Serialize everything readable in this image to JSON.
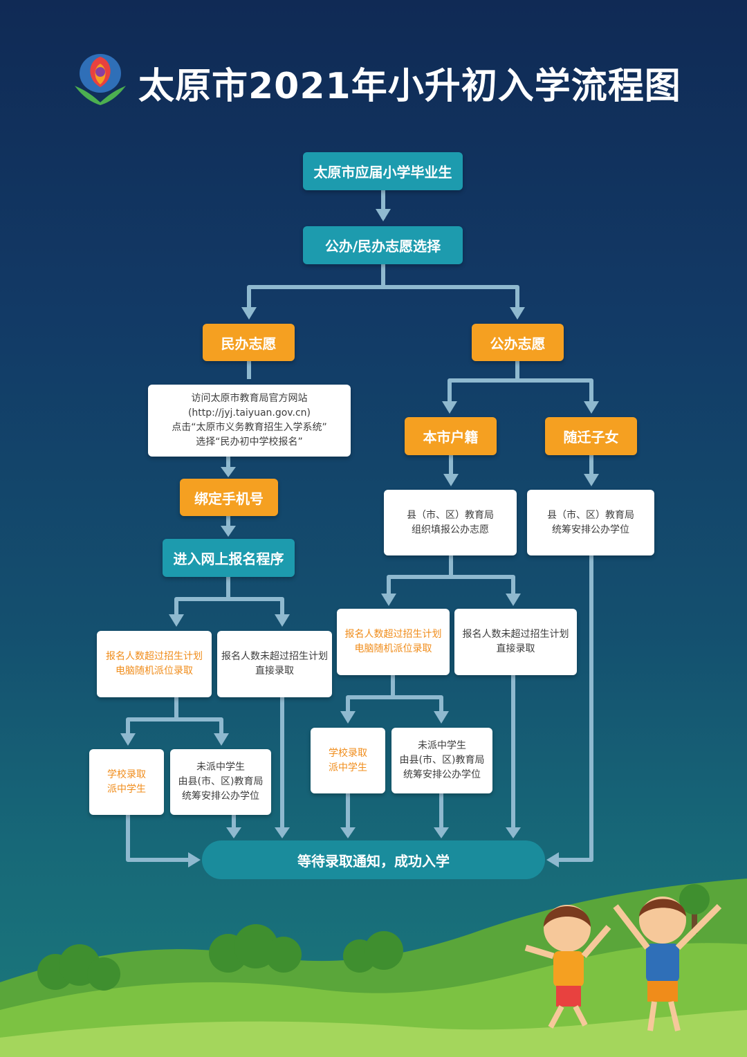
{
  "title": "太原市2021年小升初入学流程图",
  "colors": {
    "teal_box": "#1d9bae",
    "orange_box": "#f5a021",
    "white_box": "#ffffff",
    "connector": "#8fb9cf",
    "background_top": "#102a55",
    "background_bottom": "#1b7a7c"
  },
  "nodes": {
    "graduates": "太原市应届小学毕业生",
    "choice": "公办/民办志愿选择",
    "private": "民办志愿",
    "public": "公办志愿",
    "visit": {
      "line1": "访问太原市教育局官方网站",
      "line2": "(http://jyj.taiyuan.gov.cn)",
      "line3": "点击“太原市义务教育招生入学系统”",
      "line4": "选择“民办初中学校报名”"
    },
    "bind_phone": "绑定手机号",
    "online": "进入网上报名程序",
    "local": "本市户籍",
    "migrant": "随迁子女",
    "local_county": {
      "line1": "县（市、区）教育局",
      "line2": "组织填报公办志愿"
    },
    "migrant_county": {
      "line1": "县（市、区）教育局",
      "line2": "统筹安排公办学位"
    },
    "priv_over": {
      "line1": "报名人数超过招生计划",
      "line2": "电脑随机派位录取"
    },
    "priv_under": {
      "line1": "报名人数未超过招生计划",
      "line2": "直接录取"
    },
    "pub_over": {
      "line1": "报名人数超过招生计划",
      "line2": "电脑随机派位录取"
    },
    "pub_under": {
      "line1": "报名人数未超过招生计划",
      "line2": "直接录取"
    },
    "priv_school": {
      "line1": "学校录取",
      "line2": "派中学生"
    },
    "priv_unassigned": {
      "line1": "未派中学生",
      "line2": "由县(市、区)教育局",
      "line3": "统筹安排公办学位"
    },
    "pub_school": {
      "line1": "学校录取",
      "line2": "派中学生"
    },
    "pub_unassigned": {
      "line1": "未派中学生",
      "line2": "由县(市、区)教育局",
      "line3": "统筹安排公办学位"
    },
    "final": "等待录取通知，成功入学"
  }
}
